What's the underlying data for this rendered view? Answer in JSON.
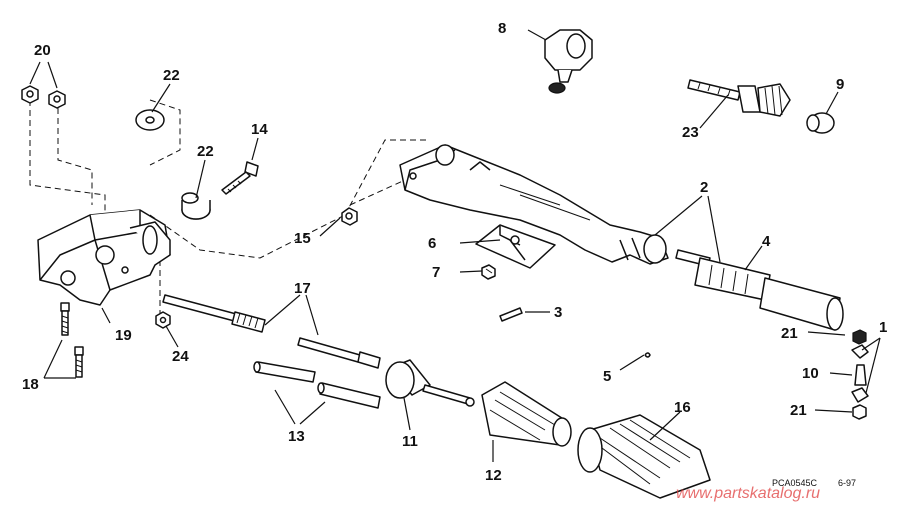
{
  "callouts": {
    "c1": "1",
    "c2": "2",
    "c3": "3",
    "c4": "4",
    "c5": "5",
    "c6": "6",
    "c7": "7",
    "c8": "8",
    "c9": "9",
    "c10": "10",
    "c11": "11",
    "c12": "12",
    "c13": "13",
    "c14": "14",
    "c15": "15",
    "c16": "16",
    "c17": "17",
    "c18": "18",
    "c19": "19",
    "c20": "20",
    "c21a": "21",
    "c21b": "21",
    "c22a": "22",
    "c22b": "22",
    "c23": "23",
    "c24": "24"
  },
  "reference": {
    "code": "PCA0545C",
    "date": "6-97"
  },
  "watermark": "www.partskatalog.ru"
}
